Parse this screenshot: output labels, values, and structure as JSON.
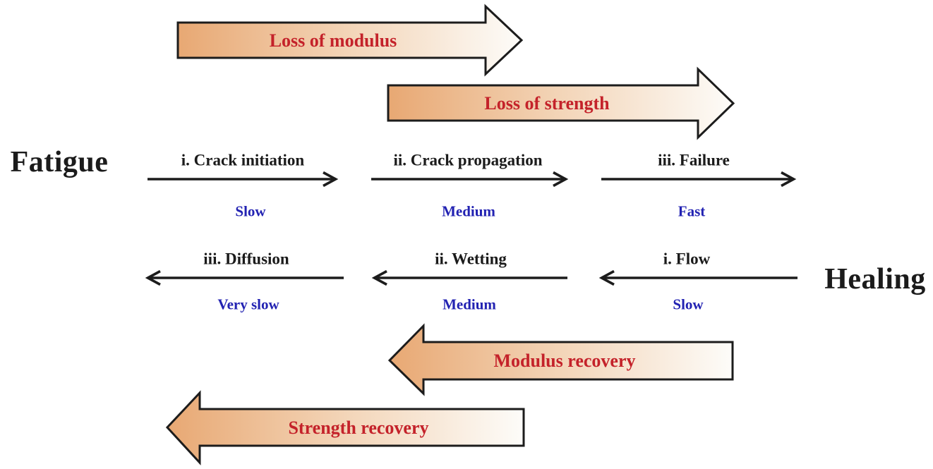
{
  "diagram": {
    "top_arrows": [
      {
        "label": "Loss of modulus"
      },
      {
        "label": "Loss of strength"
      }
    ],
    "fatigue": {
      "title": "Fatigue",
      "steps": [
        {
          "label": "i. Crack initiation",
          "speed": "Slow"
        },
        {
          "label": "ii. Crack propagation",
          "speed": "Medium"
        },
        {
          "label": "iii. Failure",
          "speed": "Fast"
        }
      ]
    },
    "healing": {
      "title": "Healing",
      "steps": [
        {
          "label": "iii. Diffusion",
          "speed": "Very slow"
        },
        {
          "label": "ii. Wetting",
          "speed": "Medium"
        },
        {
          "label": "i. Flow",
          "speed": "Slow"
        }
      ]
    },
    "bottom_arrows": [
      {
        "label": "Modulus recovery"
      },
      {
        "label": "Strength recovery"
      }
    ],
    "colors": {
      "arrow_fill_start": "#e8a873",
      "arrow_fill_mid": "#f3d5b8",
      "arrow_fill_end": "#fdfcf9",
      "arrow_outline": "#1c1c1c",
      "label_red": "#c4222a",
      "speed_blue": "#2222b2",
      "text_black": "#1b1b1b"
    }
  }
}
